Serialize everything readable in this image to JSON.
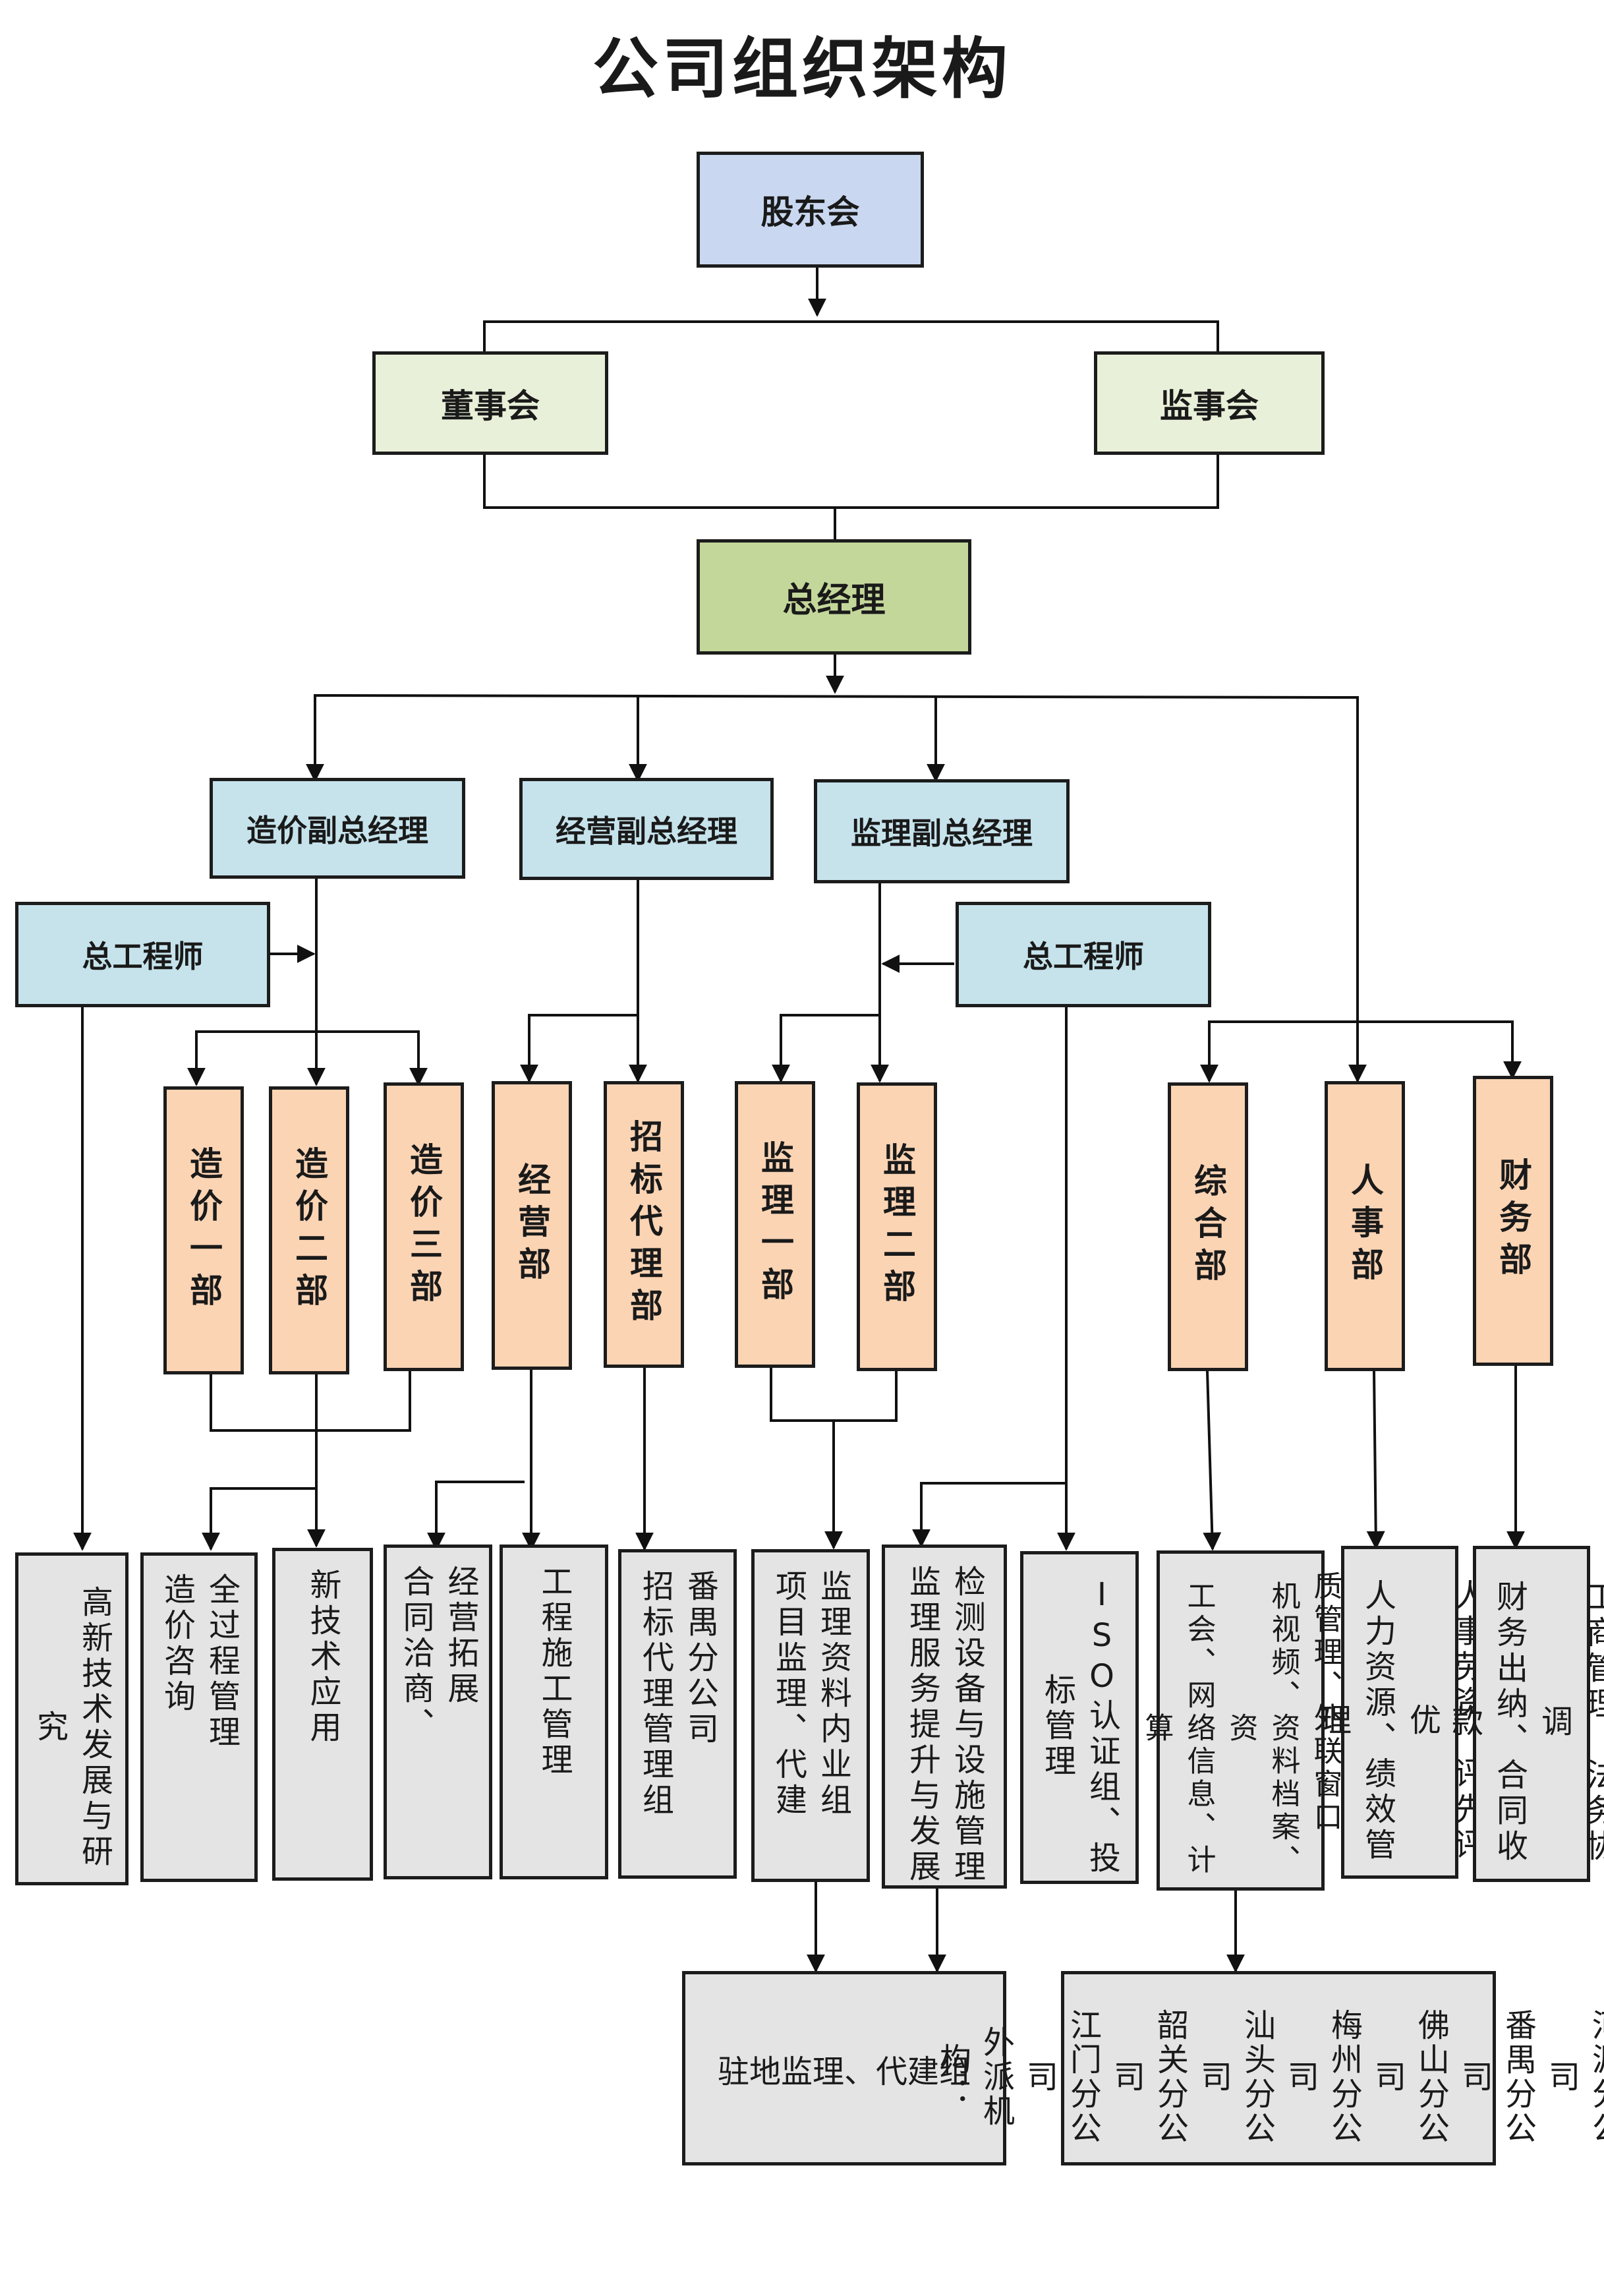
{
  "title": "公司组织架构",
  "nodes": {
    "shareholders": "股东会",
    "board_directors": "董事会",
    "board_supervisors": "监事会",
    "general_manager": "总经理",
    "vp_cost": "造价副总经理",
    "vp_business": "经营副总经理",
    "vp_supervision": "监理副总经理",
    "chief_engineer_left": "总工程师",
    "chief_engineer_right": "总工程师"
  },
  "departments": [
    {
      "id": "cost-1",
      "label": "造价一部"
    },
    {
      "id": "cost-2",
      "label": "造价二部"
    },
    {
      "id": "cost-3",
      "label": "造价三部"
    },
    {
      "id": "business",
      "label": "经营部"
    },
    {
      "id": "tender-agency",
      "label": "招标代理部"
    },
    {
      "id": "supervision-1",
      "label": "监理一部"
    },
    {
      "id": "supervision-2",
      "label": "监理二部"
    },
    {
      "id": "general-affairs",
      "label": "综合部"
    },
    {
      "id": "hr",
      "label": "人事部"
    },
    {
      "id": "finance",
      "label": "财务部"
    }
  ],
  "units": {
    "tech_research": "高新技术发展与研究",
    "cost_consult": [
      "造价咨询",
      "全过程管理"
    ],
    "new_tech": "新技术应用",
    "contract": [
      "合同洽商、",
      "经营拓展"
    ],
    "construction": "工程施工管理",
    "tender": [
      "招标代理管理组",
      "番禺分公司"
    ],
    "project_supervision": [
      "项目监理、代建",
      "监理资料内业组"
    ],
    "supervision_service": [
      "监理服务提升与发展",
      "检测设备与设施管理"
    ],
    "iso": "ISO认证组、投标管理",
    "general_affairs_work": [
      "工会、网络信息、计算",
      "机视频、资料档案、资",
      "质管理、外联窗口"
    ],
    "hr_work": [
      "人力资源、绩效管理",
      "人事劳资、评先评优"
    ],
    "finance_work": [
      "财务出纳、合同收款",
      "工商管理、法务协调"
    ],
    "resident": "驻地监理、代建组",
    "branches": [
      "外派机构：",
      "江门分公司",
      "韶关分公司",
      "汕头分公司",
      "梅州分公司",
      "佛山分公司",
      "番禺分公司",
      "河源分公司"
    ]
  }
}
